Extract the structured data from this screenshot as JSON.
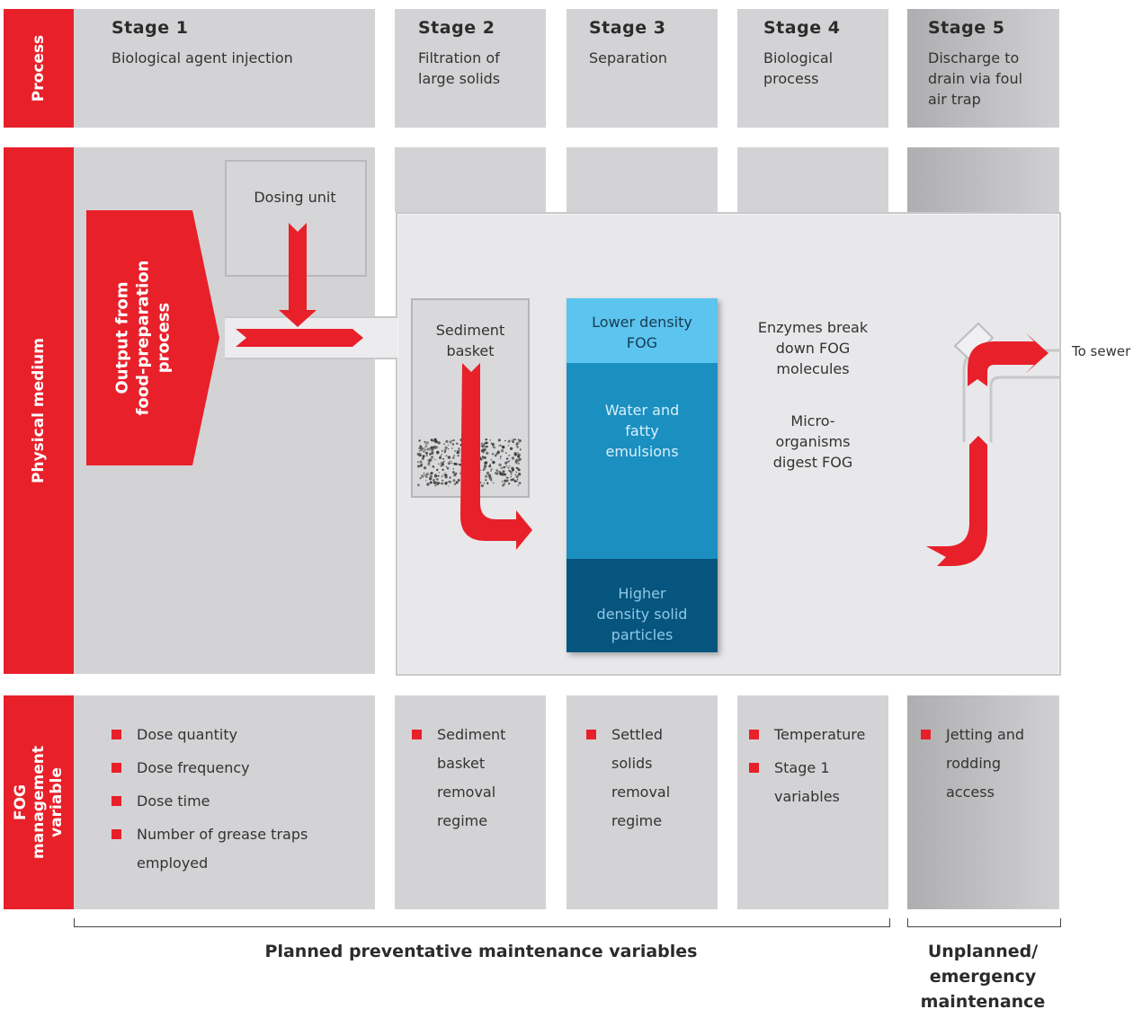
{
  "rows": {
    "process": "Process",
    "physical_medium": "Physical medium",
    "fog_variable": "FOG management\nvariable"
  },
  "stages": [
    {
      "title": "Stage 1",
      "desc": "Biological agent injection"
    },
    {
      "title": "Stage 2",
      "desc": "Filtration of\nlarge solids"
    },
    {
      "title": "Stage 3",
      "desc": "Separation"
    },
    {
      "title": "Stage 4",
      "desc": "Biological\nprocess"
    },
    {
      "title": "Stage 5",
      "desc": "Discharge to\ndrain via foul\nair trap"
    }
  ],
  "diagram": {
    "output_label": "Output from\nfood-preparation\nprocess",
    "dosing_unit": "Dosing unit",
    "sediment_basket": "Sediment\nbasket",
    "layer_top": "Lower density\nFOG",
    "layer_mid": "Water and\nfatty\nemulsions",
    "layer_bottom": "Higher\ndensity solid\nparticles",
    "enzymes": "Enzymes break\ndown FOG\nmolecules",
    "microorganisms": "Micro-\norganisms\ndigest FOG",
    "to_sewer": "To sewer",
    "colors": {
      "red": "#e8202a",
      "layer_top": "#5bc4ef",
      "layer_mid": "#1b8fc0",
      "layer_bottom": "#06557f"
    }
  },
  "variables": {
    "stage1": [
      "Dose quantity",
      "Dose frequency",
      "Dose time",
      "Number of grease traps\nemployed"
    ],
    "stage2": [
      "Sediment\nbasket\nremoval\nregime"
    ],
    "stage3": [
      "Settled\nsolids\nremoval\nregime"
    ],
    "stage4": [
      "Temperature",
      "Stage 1\nvariables"
    ],
    "stage5": [
      "Jetting and\nrodding\naccess"
    ]
  },
  "footer": {
    "planned": "Planned preventative maintenance variables",
    "unplanned": "Unplanned/\nemergency\nmaintenance"
  }
}
